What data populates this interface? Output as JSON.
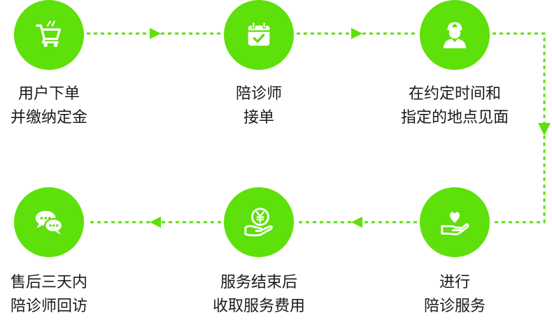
{
  "accent_color": "#5ee00a",
  "steps": [
    {
      "icon": "shopping-cart-icon",
      "line1": "用户下单",
      "line2": "并缴纳定金"
    },
    {
      "icon": "calendar-check-icon",
      "line1": "陪诊师",
      "line2": "接单"
    },
    {
      "icon": "nurse-icon",
      "line1": "在约定时间和",
      "line2": "指定的地点见面"
    },
    {
      "icon": "heart-hand-icon",
      "line1": "进行",
      "line2": "陪诊服务"
    },
    {
      "icon": "yuan-hand-icon",
      "line1": "服务结束后",
      "line2": "收取服务费用"
    },
    {
      "icon": "chat-bubbles-icon",
      "line1": "售后三天内",
      "line2": "陪诊师回访"
    }
  ]
}
